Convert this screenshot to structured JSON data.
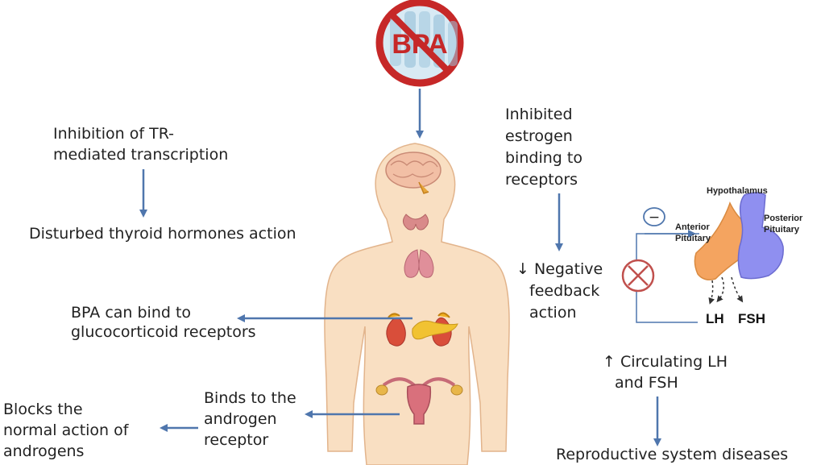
{
  "logo": {
    "text": "BPA",
    "ring_color": "#c62828",
    "fill_color": "#cfe3ee"
  },
  "arrow_color": "#4f76ad",
  "body_color": "#f9dfc2",
  "left": {
    "tr_text_1": "Inhibition of TR-",
    "tr_text_2": "mediated transcription",
    "thyroid_text": "Disturbed thyroid hormones action",
    "gluco_text_1": "BPA  can bind to",
    "gluco_text_2": "glucocorticoid receptors",
    "androgen_receptor_1": "Binds to the",
    "androgen_receptor_2": "androgen",
    "androgen_receptor_3": "receptor",
    "blocks_1": "Blocks the",
    "blocks_2": "normal action of",
    "blocks_3": "androgens"
  },
  "right": {
    "estrogen_1": "Inhibited",
    "estrogen_2": "estrogen",
    "estrogen_3": "binding to",
    "estrogen_4": "receptors",
    "negative_1": "↓ Negative",
    "negative_2": "feedback",
    "negative_3": "action",
    "circulating_1": "↑ Circulating LH",
    "circulating_2": "and FSH",
    "reproductive": "Reproductive system diseases",
    "minus_symbol": "−"
  },
  "pituitary": {
    "hypothalamus": "Hypothalamus",
    "anterior_1": "Anterior",
    "anterior_2": "Pituitary",
    "posterior_1": "Posterior",
    "posterior_2": "Pituitary",
    "lh": "LH",
    "fsh": "FSH",
    "anterior_color": "#f4a460",
    "posterior_color": "#8f8ff0"
  }
}
